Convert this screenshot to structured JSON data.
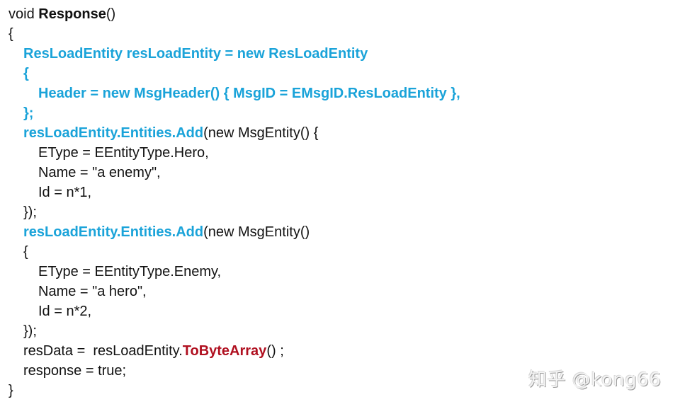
{
  "colors": {
    "text": "#111111",
    "highlight_blue": "#1aa3d9",
    "highlight_red": "#b01020",
    "background": "#ffffff"
  },
  "code": {
    "l1": {
      "a": "void ",
      "b": "Response",
      "c": "()"
    },
    "l2": "{",
    "l3": "ResLoadEntity resLoadEntity = new ResLoadEntity",
    "l4": "{",
    "l5": "Header = new MsgHeader() { MsgID = EMsgID.ResLoadEntity },",
    "l6": "};",
    "l7": {
      "a": "resLoadEntity.Entities.Add",
      "b": "(new MsgEntity() {"
    },
    "l8": "EType = EEntityType.Hero,",
    "l9": "Name = \"a enemy\",",
    "l10": "Id = n*1,",
    "l11": "});",
    "l12": {
      "a": "resLoadEntity.Entities.Add",
      "b": "(new MsgEntity()"
    },
    "l13": "{",
    "l14": "EType = EEntityType.Enemy,",
    "l15": "Name = \"a hero\",",
    "l16": "Id = n*2,",
    "l17": "});",
    "l18": {
      "a": "resData =  resLoadEntity.",
      "b": "ToByteArray",
      "c": "() ;"
    },
    "l19": "response = true;",
    "l20": "}"
  },
  "watermark": "知乎 @kong66"
}
